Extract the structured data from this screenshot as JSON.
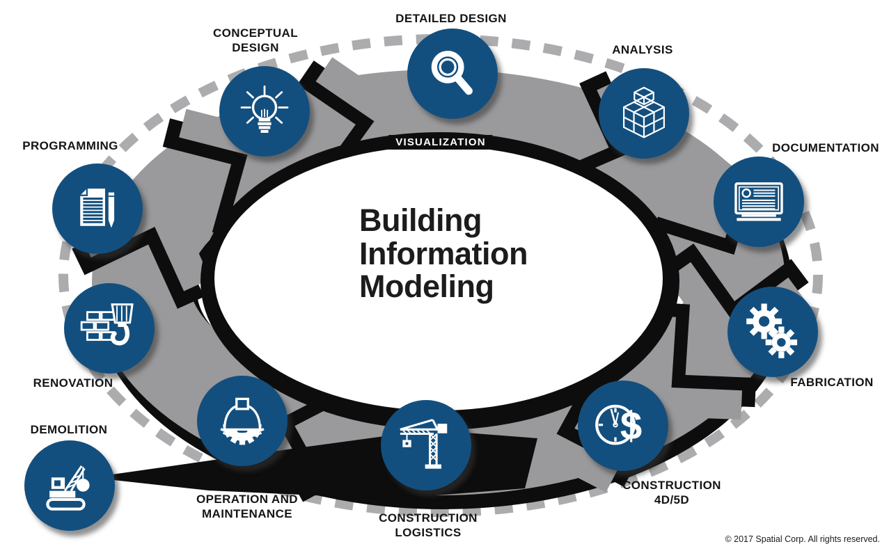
{
  "diagram_title": [
    "Building",
    "Information",
    "Modeling"
  ],
  "ring_label": "VISUALIZATION",
  "footer": {
    "copyright": "© 2017 Spatial Corp. All rights reserved."
  },
  "colors": {
    "node_blue": "#134F7E",
    "ring_gray": "#9A9A9C",
    "ink_black": "#0D0D0D",
    "dash_gray": "#ACACAE",
    "icon_white": "#FFFFFF",
    "text_dark": "#1C1C1C",
    "background": "#FFFFFF"
  },
  "nodes": [
    {
      "id": "programming",
      "label": "PROGRAMMING",
      "icon": "document-pencil-icon"
    },
    {
      "id": "conceptual-design",
      "label": [
        "CONCEPTUAL",
        "DESIGN"
      ],
      "icon": "lightbulb-icon"
    },
    {
      "id": "detailed-design",
      "label": "DETAILED DESIGN",
      "icon": "magnifier-icon"
    },
    {
      "id": "analysis",
      "label": "ANALYSIS",
      "icon": "wireframe-cube-icon"
    },
    {
      "id": "documentation",
      "label": "DOCUMENTATION",
      "icon": "display-icon"
    },
    {
      "id": "fabrication",
      "label": "FABRICATION",
      "icon": "gears-icon"
    },
    {
      "id": "construction-4d5d",
      "label": [
        "CONSTRUCTION",
        "4D/5D"
      ],
      "icon": "clock-dollar-icon"
    },
    {
      "id": "construction-logistics",
      "label": [
        "CONSTRUCTION",
        "LOGISTICS"
      ],
      "icon": "tower-crane-icon"
    },
    {
      "id": "operation-maintenance",
      "label": [
        "OPERATION AND",
        "MAINTENANCE"
      ],
      "icon": "hardhat-gear-icon"
    },
    {
      "id": "demolition",
      "label": "DEMOLITION",
      "icon": "wrecking-ball-icon"
    },
    {
      "id": "renovation",
      "label": "RENOVATION",
      "icon": "brick-hook-icon"
    }
  ]
}
